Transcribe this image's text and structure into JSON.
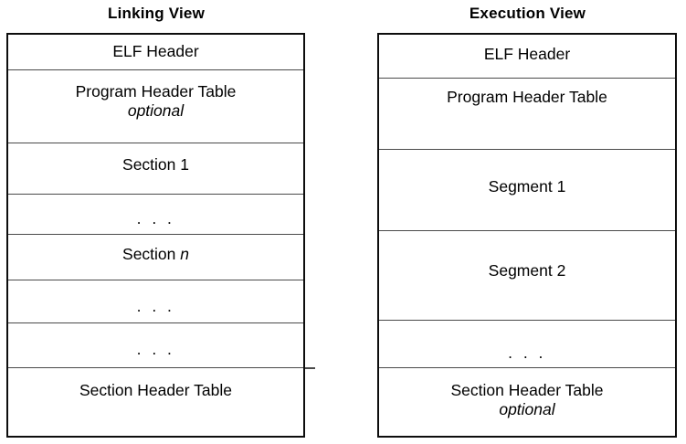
{
  "columns": {
    "linking": {
      "title": "Linking View",
      "rows": [
        {
          "label": "ELF Header",
          "sub": ""
        },
        {
          "label": "Program Header Table",
          "sub": "optional"
        },
        {
          "label": "Section 1",
          "sub": ""
        },
        {
          "label": ". . .",
          "sub": ""
        },
        {
          "label": "Section n",
          "sub": "",
          "italic_tail": "n"
        },
        {
          "label": ". . .",
          "sub": ""
        },
        {
          "label": ". . .",
          "sub": ""
        },
        {
          "label": "Section Header Table",
          "sub": ""
        }
      ]
    },
    "execution": {
      "title": "Execution View",
      "rows": [
        {
          "label": "ELF Header",
          "sub": ""
        },
        {
          "label": "Program Header Table",
          "sub": ""
        },
        {
          "label": "Segment 1",
          "sub": ""
        },
        {
          "label": "Segment 2",
          "sub": ""
        },
        {
          "label": ". . .",
          "sub": ""
        },
        {
          "label": "Section Header Table",
          "sub": "optional"
        }
      ]
    }
  },
  "colors": {
    "frame": "#0d0d0d",
    "divider": "#4a4a4a",
    "text": "#000000",
    "background": "#ffffff"
  }
}
